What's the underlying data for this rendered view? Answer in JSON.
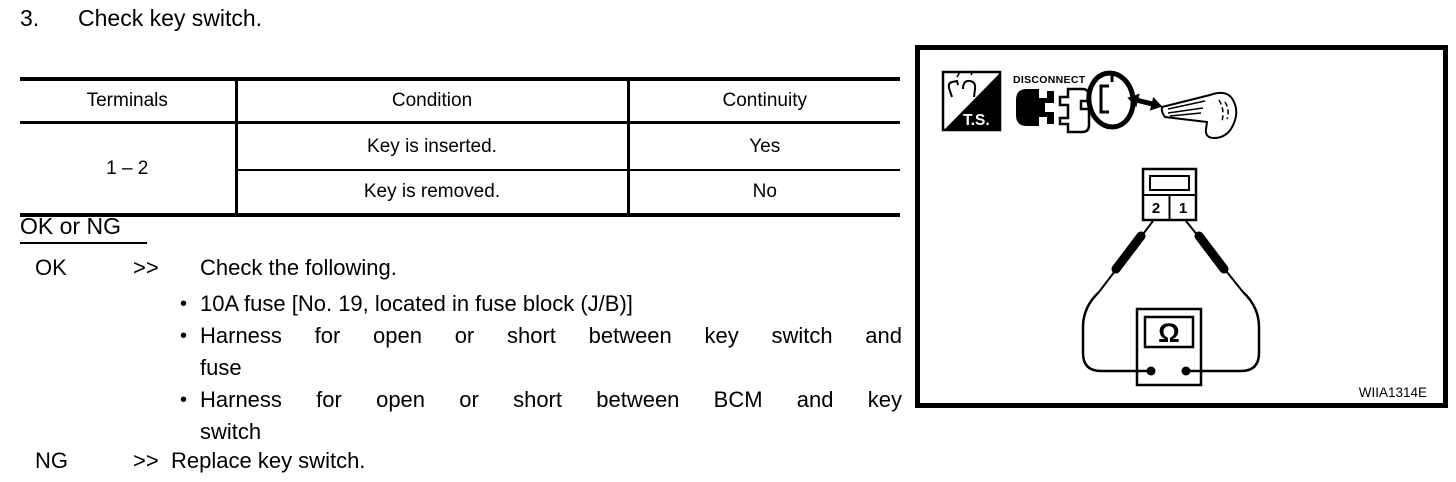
{
  "page": {
    "title_number": "3.",
    "title": "Check key switch."
  },
  "table": {
    "headers": [
      "Terminals",
      "Condition",
      "Continuity"
    ],
    "terminals": "1 – 2",
    "rows": [
      {
        "condition": "Key is inserted.",
        "continuity": "Yes"
      },
      {
        "condition": "Key is removed.",
        "continuity": "No"
      }
    ]
  },
  "result": {
    "heading": "OK or NG",
    "bullet_marker": "•",
    "ok_label": "OK",
    "ok_arrow": ">>",
    "ok_text": "Check the following.",
    "bullets": [
      "10A fuse [No. 19, located in fuse block (J/B)]",
      "Harness for open or short between key switch and fuse",
      "Harness for open or short between BCM and key switch"
    ],
    "ng_label": "NG",
    "ng_arrow": ">>",
    "ng_text": "Replace key switch."
  },
  "figure": {
    "ts_label": "T.S.",
    "disconnect_label": "DISCONNECT",
    "terminal_left": "2",
    "terminal_right": "1",
    "ohm_symbol": "Ω",
    "figure_code": "WIIA1314E",
    "line_color": "#000000",
    "background_color": "#ffffff"
  }
}
